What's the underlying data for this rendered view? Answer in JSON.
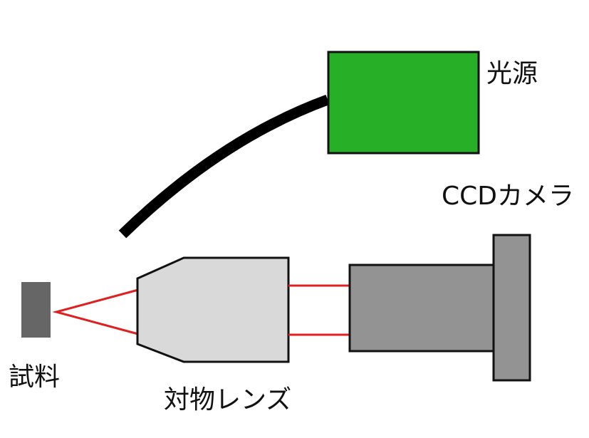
{
  "labels": {
    "light_source": "光源",
    "ccd_camera": "CCDカメラ",
    "sample": "試料",
    "objective_lens": "対物レンズ"
  },
  "colors": {
    "light_source_fill": "#28af28",
    "objective_fill": "#d9d9d9",
    "camera_body_fill": "#939393",
    "camera_mount_fill": "#939393",
    "sample_fill": "#666666",
    "beam_color": "#e02020",
    "fiber_color": "#000000",
    "outline": "#111111"
  }
}
